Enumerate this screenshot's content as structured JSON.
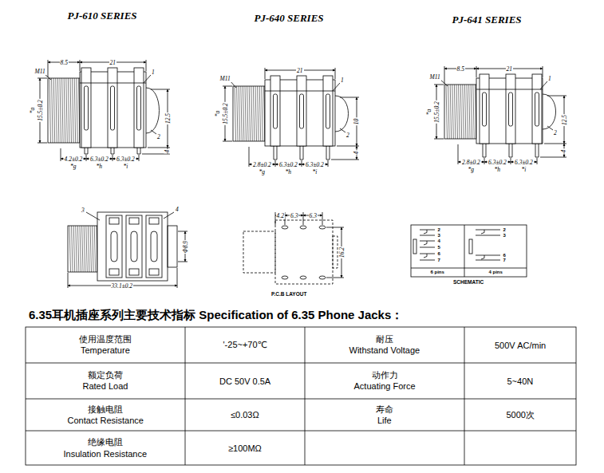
{
  "diagram": {
    "title": "6.35耳机插座系列主要技术指标 Specification of 6.35 Phone Jacks：",
    "labels": [
      "PJ-610 SERIES",
      "PJ-640 SERIES",
      "PJ-641 SERIES",
      "M11",
      "8.5",
      "21",
      "1",
      "15.5±0.2",
      "*a",
      "2",
      "12.5",
      "4",
      "4.2±0.2",
      "*g",
      "6.3±0.2",
      "*h",
      "6.3±0.2",
      "*i",
      "M11",
      "21",
      "1",
      "15.5±0.2",
      "*a",
      "2",
      "10",
      "4",
      "2.8±0.2",
      "*g",
      "6.3±0.2",
      "*h",
      "6.3±0.2",
      "*i",
      "M11",
      "8.5",
      "21",
      "1",
      "15.5±0.2",
      "*a",
      "2",
      "12.5",
      "4",
      "2.8±0.2",
      "*g",
      "6.3±0.2",
      "*h",
      "6.3±0.2",
      "*i",
      "3",
      "4",
      "Φ8.9",
      "33.1±0.2",
      "4.2",
      "6.3",
      "6.3",
      "16.2",
      "P.C.B LAYOUT",
      "2",
      "3",
      "4",
      "5",
      "6",
      "7",
      "6 pins",
      "2",
      "3",
      "6",
      "7",
      "4 pins",
      "SCHEMATIC",
      "使用温度范围",
      "Temperature",
      "'-25~+70℃",
      "耐压",
      "Withstand Voltage",
      "500V AC/min",
      "额定负荷",
      "Rated Load",
      "DC 50V 0.5A",
      "动作力",
      "Actuating Force",
      "5~40N",
      "接触电阻",
      "Contact Resistance",
      "≤0.03Ω",
      "寿命",
      "Life",
      "5000次",
      "绝缘电阻",
      "Insulation Resistance",
      "≥100MΩ"
    ]
  }
}
